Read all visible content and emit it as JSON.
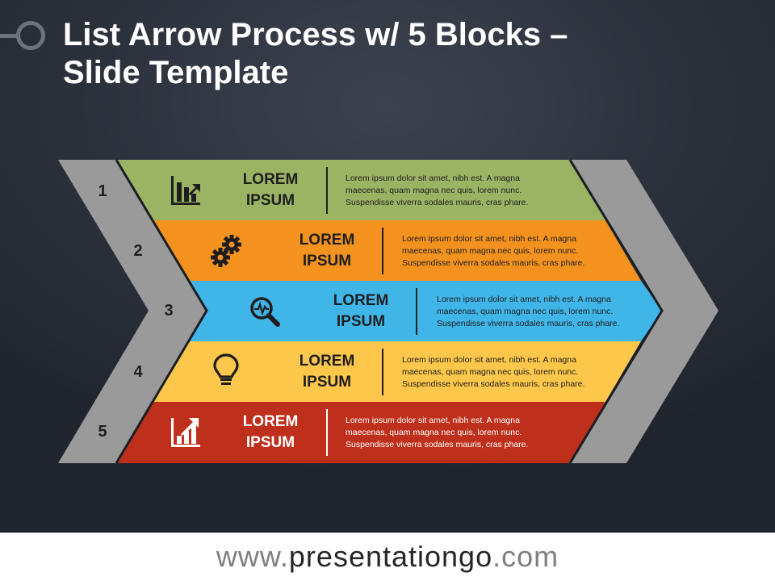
{
  "title": "List Arrow Process w/ 5 Blocks –\nSlide Template",
  "colors": {
    "block1": "#9bb464",
    "block2": "#f3921f",
    "block3": "#40b5e8",
    "block4": "#fdc74b",
    "block5": "#bf301c",
    "chevron": "#9a9a9a"
  },
  "blocks": [
    {
      "number": "1",
      "label": "LOREM\nIPSUM",
      "icon": "bar-chart-down-icon",
      "text": "Lorem ipsum dolor sit amet, nibh est. A magna maecenas, quam magna nec quis, lorem nunc. Suspendisse viverra sodales mauris, cras phare."
    },
    {
      "number": "2",
      "label": "LOREM\nIPSUM",
      "icon": "gears-icon",
      "text": "Lorem ipsum dolor sit amet, nibh est. A magna maecenas, quam magna nec quis, lorem nunc. Suspendisse viverra sodales mauris, cras phare."
    },
    {
      "number": "3",
      "label": "LOREM\nIPSUM",
      "icon": "magnifier-pulse-icon",
      "text": "Lorem ipsum dolor sit amet, nibh est. A magna maecenas, quam magna nec quis, lorem nunc. Suspendisse viverra sodales mauris, cras phare."
    },
    {
      "number": "4",
      "label": "LOREM\nIPSUM",
      "icon": "lightbulb-icon",
      "text": "Lorem ipsum dolor sit amet, nibh est. A magna maecenas, quam magna nec quis, lorem nunc. Suspendisse viverra sodales mauris, cras phare."
    },
    {
      "number": "5",
      "label": "LOREM\nIPSUM",
      "icon": "bar-chart-up-icon",
      "text": "Lorem ipsum dolor sit amet, nibh est. A magna maecenas, quam magna nec quis, lorem nunc. Suspendisse viverra sodales mauris, cras phare."
    }
  ],
  "footer": {
    "prefix": "www.",
    "brand": "presentationgo",
    "suffix": ".com"
  }
}
